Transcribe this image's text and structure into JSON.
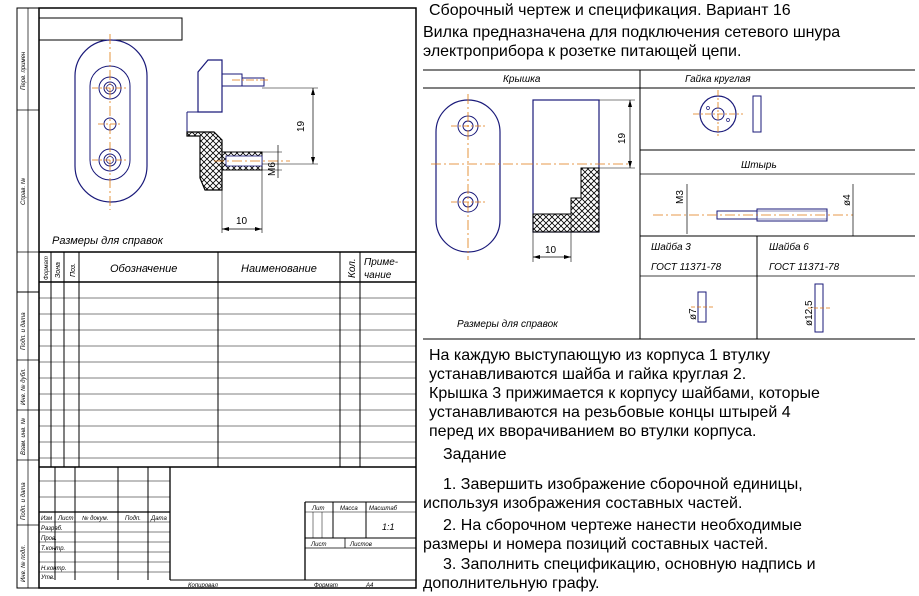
{
  "header": {
    "title_line": "Сборочный чертеж и спецификация.   Вариант 16",
    "subtitle_line1": "Вилка предназначена для подключения сетевого шнура",
    "subtitle_line2": "электроприбора к розетке питающей цепи."
  },
  "left_sheet": {
    "side_labels": [
      "Перв. примен",
      "Справ. №",
      "Подп. и дата",
      "Инв. № дубл.",
      "Взам. инв. №",
      "Подп. и дата",
      "Инв. № подл."
    ],
    "note": "Размеры для справок",
    "dims": {
      "height": "19",
      "width": "10",
      "thread": "М6"
    },
    "spec_headers": {
      "format": "Формат",
      "zone": "Зона",
      "pos": "Поз.",
      "designation": "Обозначение",
      "name": "Наименование",
      "qty": "Кол.",
      "note1": "Приме-",
      "note2": "чание"
    },
    "title_block": {
      "col_izm": "Изм",
      "col_list": "Лист",
      "col_doc": "№ докум.",
      "col_sign": "Подп.",
      "col_date": "Дата",
      "row_razrab": "Разраб.",
      "row_prov": "Пров.",
      "row_tkontr": "Т.контр.",
      "row_nkontr": "Н.контр.",
      "row_utv": "Утв.",
      "lit": "Лит",
      "massa": "Масса",
      "masshtab": "Масштаб",
      "scale": "1:1",
      "list": "Лист",
      "listov": "Листов",
      "copied": "Копировал",
      "format_label": "Формат",
      "format_value": "А4"
    }
  },
  "parts": {
    "cover_label": "Крышка",
    "nut_label": "Гайка круглая",
    "pin_label": "Штырь",
    "washer3_label1": "Шайба 3",
    "washer3_label2": "ГОСТ 11371-78",
    "washer6_label1": "Шайба 6",
    "washer6_label2": "ГОСТ 11371-78",
    "note": "Размеры для справок",
    "dims": {
      "cover_h": "19",
      "cover_w": "10",
      "pin_thread": "М3",
      "pin_dia": "ø4",
      "w3_dia": "ø7",
      "w6_dia": "ø12,5"
    }
  },
  "description": {
    "p1_line1": "На каждую выступающую из корпуса 1 втулку",
    "p1_line2": "устанавливаются шайба и гайка круглая 2.",
    "p2_line1": "Крышка 3 прижимается к корпусу шайбами, которые",
    "p2_line2": "устанавливаются на резьбовые концы штырей 4",
    "p2_line3": "перед их вворачиванием во втулки корпуса."
  },
  "task": {
    "heading": "Задание",
    "i1_line1": "1. Завершить изображение сборочной единицы,",
    "i1_line2": "используя изображения составных частей.",
    "i2_line1": "2. На сборочном чертеже нанести необходимые",
    "i2_line2": "размеры и номера позиций составных частей.",
    "i3_line1": "3. Заполнить спецификацию, основную надпись и",
    "i3_line2": "дополнительную графу."
  },
  "colors": {
    "outline": "#1a1a7a",
    "center": "#e07a10",
    "ink": "#000000"
  }
}
